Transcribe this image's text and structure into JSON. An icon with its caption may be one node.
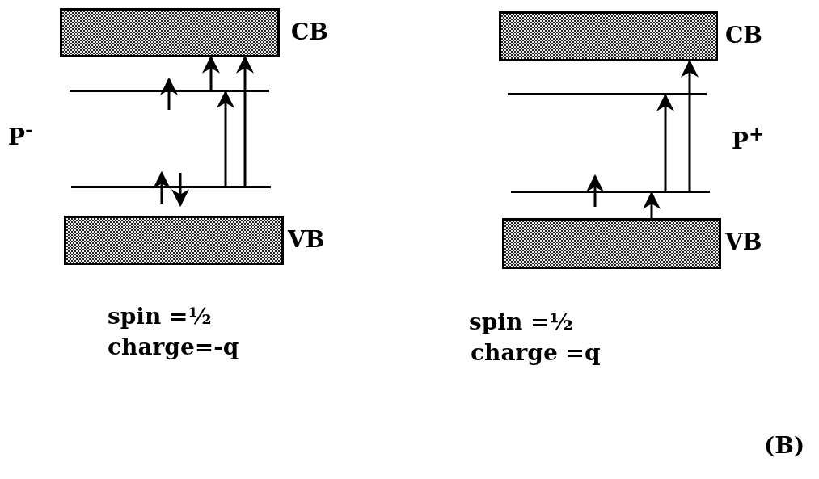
{
  "diagram": {
    "nodes": [
      {
        "text": [],
        "shape": "box",
        "beside": [
          "CB"
        ]
      },
      {
        "text": [],
        "shape": "line"
      },
      {
        "text": [],
        "shape": "line"
      },
      {
        "text": [],
        "shape": "box",
        "beside": [
          "VB"
        ]
      },
      {
        "text": [],
        "shape": "box",
        "beside": [
          "CB"
        ]
      },
      {
        "text": [],
        "shape": "line"
      },
      {
        "text": [],
        "shape": "line"
      },
      {
        "text": [],
        "shape": "box",
        "beside": [
          "VB"
        ]
      }
    ],
    "edges": [
      {
        "from": 1,
        "to": 0,
        "arrow": "to"
      },
      {
        "from": 2,
        "to": 1,
        "arrow": "to"
      },
      {
        "from": 2,
        "to": 0,
        "arrow": "to"
      },
      {
        "from": 6,
        "to": 5,
        "arrow": "to"
      },
      {
        "from": 6,
        "to": 4,
        "arrow": "to"
      },
      {
        "from": 7,
        "to": 6,
        "arrow": "to"
      }
    ],
    "labels": [
      "P$^{-}$",
      "spin =½",
      "charge=-q",
      "P$^{+}$",
      "spin =½",
      "charge =q",
      "(B)"
    ]
  }
}
